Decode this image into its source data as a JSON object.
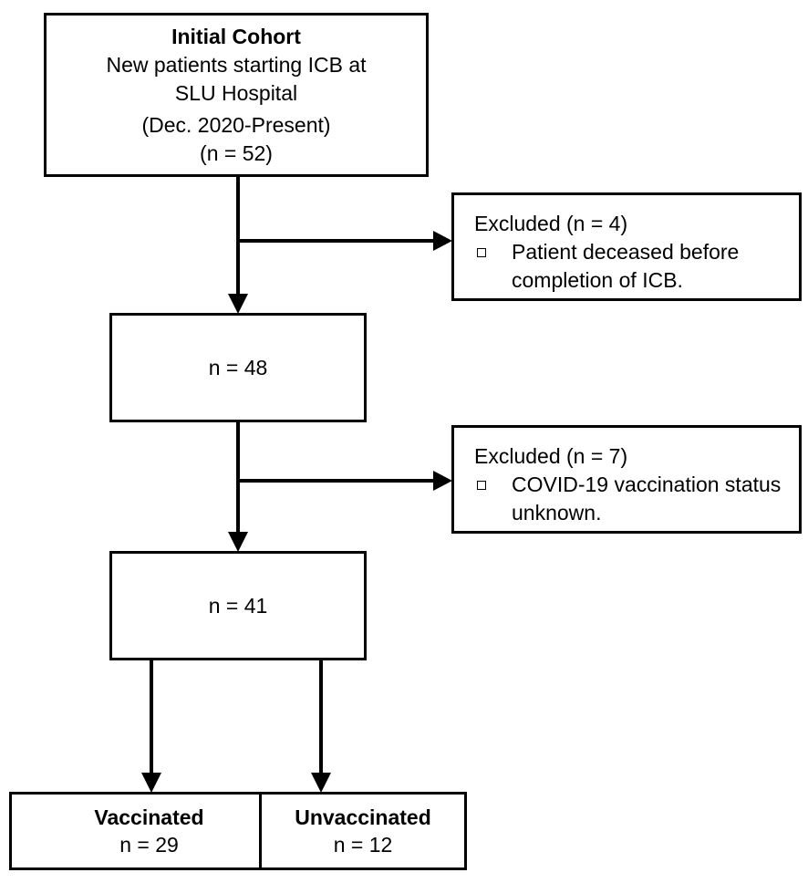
{
  "initial": {
    "title": "Initial Cohort",
    "line1": "New patients starting ICB at",
    "line2": "SLU Hospital",
    "line3": "(Dec. 2020-Present)",
    "line4": "(n = 52)"
  },
  "excluded1": {
    "heading": "Excluded (n = 4)",
    "item": "Patient deceased before completion of ICB."
  },
  "step2": {
    "count": "n = 48"
  },
  "excluded2": {
    "heading": "Excluded (n = 7)",
    "item": "COVID-19 vaccination status unknown."
  },
  "step3": {
    "count": "n = 41"
  },
  "vaccinated": {
    "title": "Vaccinated",
    "count": "n = 29"
  },
  "unvaccinated": {
    "title": "Unvaccinated",
    "count": "n = 12"
  }
}
